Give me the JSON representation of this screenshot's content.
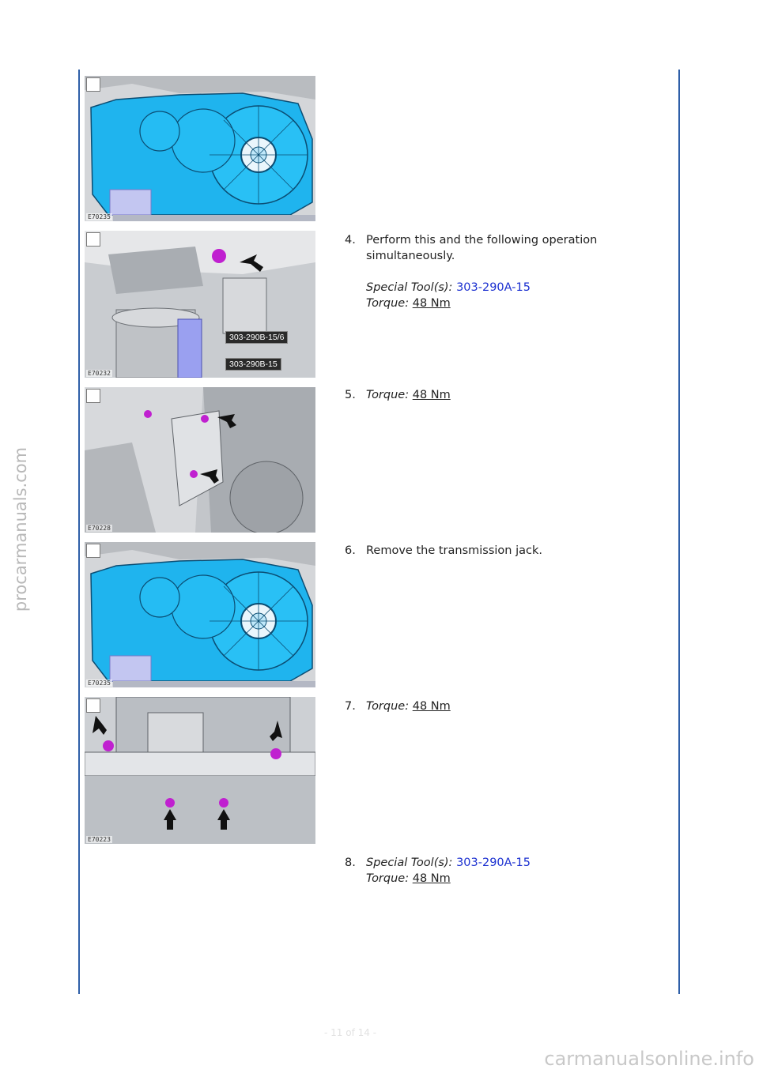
{
  "side_watermark": "procarmanuals.com",
  "bottom_watermark": "carmanualsonline.info",
  "page_number": "- 11 of 14 -",
  "figures": [
    {
      "code": "E70235"
    },
    {
      "code": "E70232",
      "callouts": [
        "303-290B-15/6",
        "303-290B-15"
      ]
    },
    {
      "code": "E70228"
    },
    {
      "code": "E70235"
    },
    {
      "code": "E70223"
    }
  ],
  "steps": [
    {
      "num": "4.",
      "text": "Perform this and the following operation simultaneously.",
      "tool_label": "Special Tool(s):",
      "tool": "303-290A-15",
      "torque_label": "Torque:",
      "torque": "48 Nm"
    },
    {
      "num": "5.",
      "torque_label": "Torque:",
      "torque": "48 Nm"
    },
    {
      "num": "6.",
      "text": "Remove the transmission jack."
    },
    {
      "num": "7.",
      "torque_label": "Torque:",
      "torque": "48 Nm"
    },
    {
      "num": "8.",
      "tool_label": "Special Tool(s):",
      "tool": "303-290A-15",
      "torque_label": "Torque:",
      "torque": "48 Nm"
    }
  ]
}
